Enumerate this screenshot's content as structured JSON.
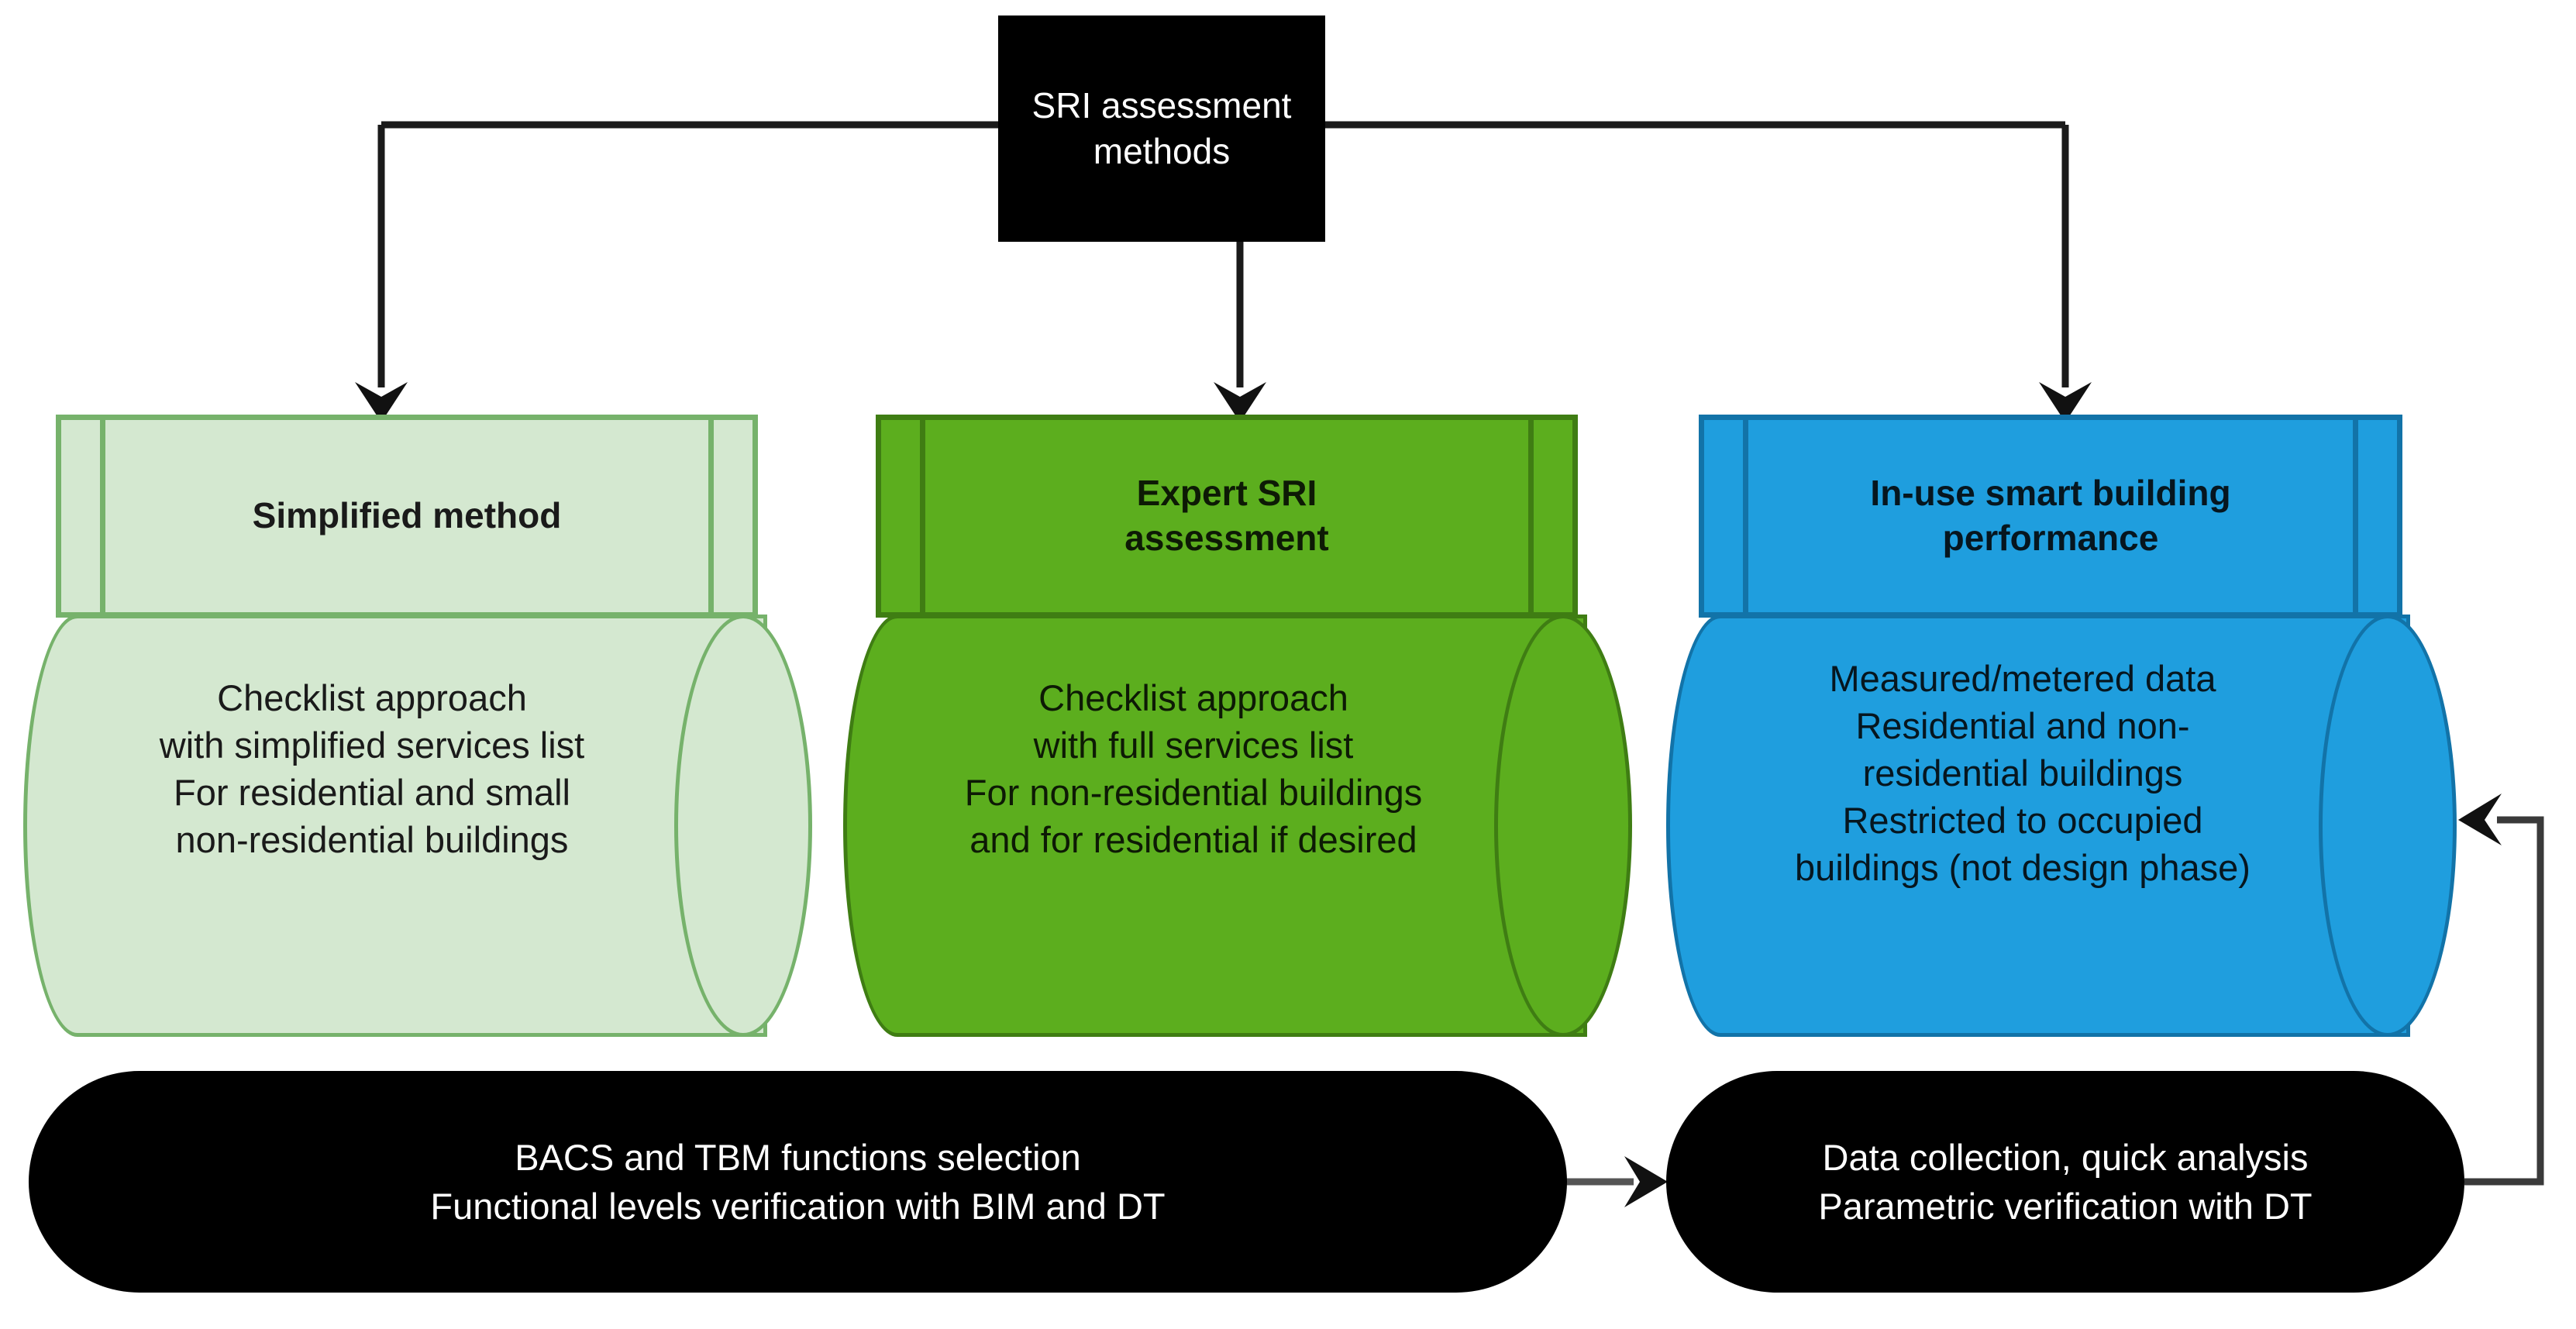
{
  "diagram": {
    "title_node": {
      "label": "SRI assessment\nmethods",
      "fill": "#000000",
      "text_color": "#ffffff"
    },
    "columns": [
      {
        "id": "simplified-method",
        "header": "Simplified method",
        "body": "Checklist approach\nwith simplified services list\nFor residential and small\nnon-residential buildings",
        "fill": "#d4e8d0",
        "stroke": "#76b26b",
        "text_color": "#1a1a1a"
      },
      {
        "id": "expert-sri-assessment",
        "header": "Expert SRI\nassessment",
        "body": "Checklist approach\nwith full services list\nFor non-residential buildings\nand for residential if desired",
        "fill": "#5cae1e",
        "stroke": "#3f7d13",
        "text_color": "#0d1a05"
      },
      {
        "id": "in-use-smart-building-performance",
        "header": "In-use smart building\nperformance",
        "body": "Measured/metered data\nResidential and non-\nresidential buildings\nRestricted to occupied\nbuildings (not design phase)",
        "fill": "#1f9ede",
        "stroke": "#1273a8",
        "text_color": "#06161f"
      }
    ],
    "process_nodes": [
      {
        "id": "bacs-tbm-process",
        "label": "BACS and TBM functions selection\nFunctional levels verification with BIM and DT",
        "fill": "#000000",
        "text_color": "#ffffff"
      },
      {
        "id": "data-collection-process",
        "label": "Data collection, quick analysis\nParametric verification with DT",
        "fill": "#000000",
        "text_color": "#ffffff"
      }
    ],
    "connectors": [
      {
        "id": "to-simplified-method",
        "kind": "arrow-down",
        "from": "title_node",
        "to": "simplified-method"
      },
      {
        "id": "to-expert-sri-assessment",
        "kind": "arrow-down",
        "from": "title_node",
        "to": "expert-sri-assessment"
      },
      {
        "id": "to-in-use-performance",
        "kind": "arrow-down",
        "from": "title_node",
        "to": "in-use-smart-building-performance"
      },
      {
        "id": "bacs-to-data-collection",
        "kind": "arrow-right",
        "from": "bacs-tbm-process",
        "to": "data-collection-process"
      },
      {
        "id": "data-collection-feedback",
        "kind": "arrow-loop-left",
        "from": "data-collection-process",
        "to": "in-use-smart-building-performance"
      }
    ],
    "stroke_color": "#1a1a1a"
  }
}
